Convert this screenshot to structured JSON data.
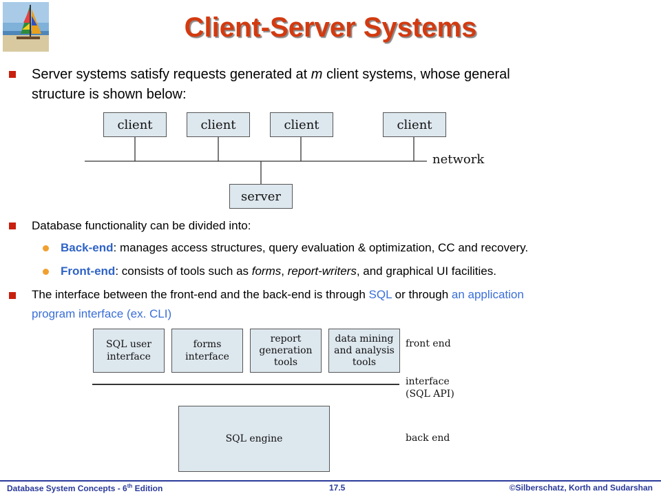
{
  "title": "Client-Server Systems",
  "bullet1": {
    "prefix": "Server systems satisfy requests generated at ",
    "m": "m",
    "line1_suffix": " client systems, whose general",
    "line2": "structure is shown below:"
  },
  "diagram1": {
    "clients": [
      "client",
      "client",
      "client",
      "client"
    ],
    "network_label": "network",
    "server_label": "server"
  },
  "bullet2": {
    "text": "Database functionality can be divided into:"
  },
  "sub1": {
    "term": "Back-end",
    "rest": ": manages access structures, query evaluation & optimization, CC and recovery."
  },
  "sub2": {
    "term": "Front-end",
    "p1": ": consists of tools such as ",
    "forms": "forms",
    "p2": ", ",
    "report_writers": "report-writers",
    "p3": ", and graphical UI facilities."
  },
  "bullet3": {
    "p1": "The interface between the front-end and the back-end is through ",
    "sql": "SQL",
    "p2": " or through ",
    "api_line1": "an application",
    "api_line2": "program interface (ex. CLI)"
  },
  "diagram2": {
    "boxes": [
      [
        "SQL user",
        "interface"
      ],
      [
        "forms",
        "interface"
      ],
      [
        "report",
        "generation",
        "tools"
      ],
      [
        "data mining",
        "and analysis",
        "tools"
      ]
    ],
    "front_end_label": "front end",
    "interface_label_1": "interface",
    "interface_label_2": "(SQL  API)",
    "engine_label": "SQL engine",
    "back_end_label": "back end"
  },
  "footer": {
    "left_main": "Database  System Concepts  - 6",
    "left_sup": "th",
    "left_tail": " Edition",
    "center": "17.5",
    "right": "©Silberschatz, Korth and Sudarshan"
  },
  "colors": {
    "title": "#d33a10",
    "bullet": "#c8200e",
    "sub_bullet": "#f0a030",
    "keyword": "#2f63c6",
    "link_text": "#3a6ed8",
    "footer": "#2a3a9a",
    "box_fill": "#dde7ee"
  },
  "icons": {
    "logo": "sailboat-logo-icon"
  }
}
